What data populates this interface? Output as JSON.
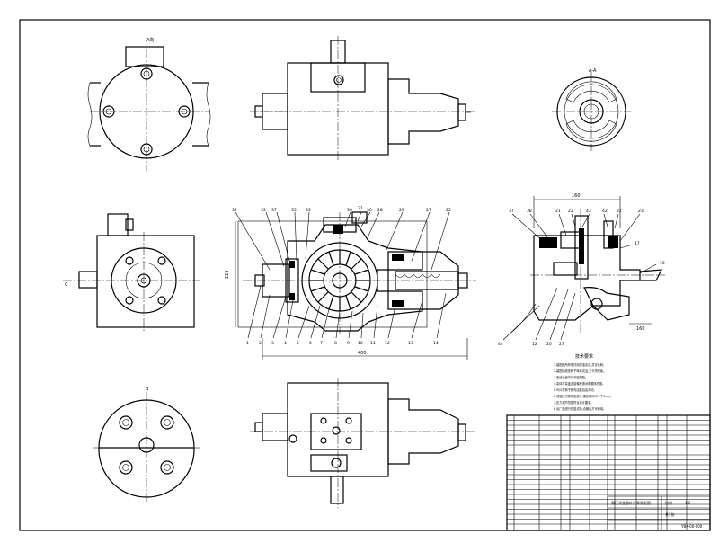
{
  "views": {
    "top_left_label": "A向",
    "section_label": "A-A",
    "bottom_left_label": "B",
    "side_label_left": "C"
  },
  "dimensions": {
    "overall_length": "400",
    "height_left": "225",
    "width_right": "160",
    "right_small": "160"
  },
  "callouts_top_mid": [
    "32",
    "33",
    "37",
    "35",
    "33",
    "36",
    "31",
    "30",
    "28",
    "29",
    "27",
    "25"
  ],
  "callouts_bottom_mid": [
    "1",
    "2",
    "3",
    "4",
    "5",
    "6",
    "7",
    "8",
    "9",
    "10",
    "11",
    "12",
    "13",
    "14"
  ],
  "callouts_right_top": [
    "37",
    "38",
    "21",
    "22",
    "43",
    "42",
    "22",
    "23"
  ],
  "callouts_right_bottom": [
    "44",
    "12",
    "20",
    "27"
  ],
  "callouts_right_side": [
    "17",
    "16"
  ],
  "notes": {
    "title": "技术要求",
    "lines": [
      "1.装配前所有零件用煤油清洗,并去毛刺。",
      "2.装配后检查转子转动灵活,无卡滞现象。",
      "3.各结合面均匀涂密封胶。",
      "4.泵体与泵盖连接螺栓按对角顺序拧紧。",
      "5.叶片在转子槽内应能自由滑动。",
      "6.试验压力按规定执行,保压时间不少于5min。",
      "7.压力调节范围符合设计要求。",
      "8.出厂前进行性能试验,合格后方可使用。"
    ]
  },
  "title_block": {
    "drawing_title": "限压式变量叶片泵装配图",
    "drawing_no": "YBX-00-000",
    "scale_label": "比例",
    "scale": "1:2",
    "sheet": "共1张"
  }
}
